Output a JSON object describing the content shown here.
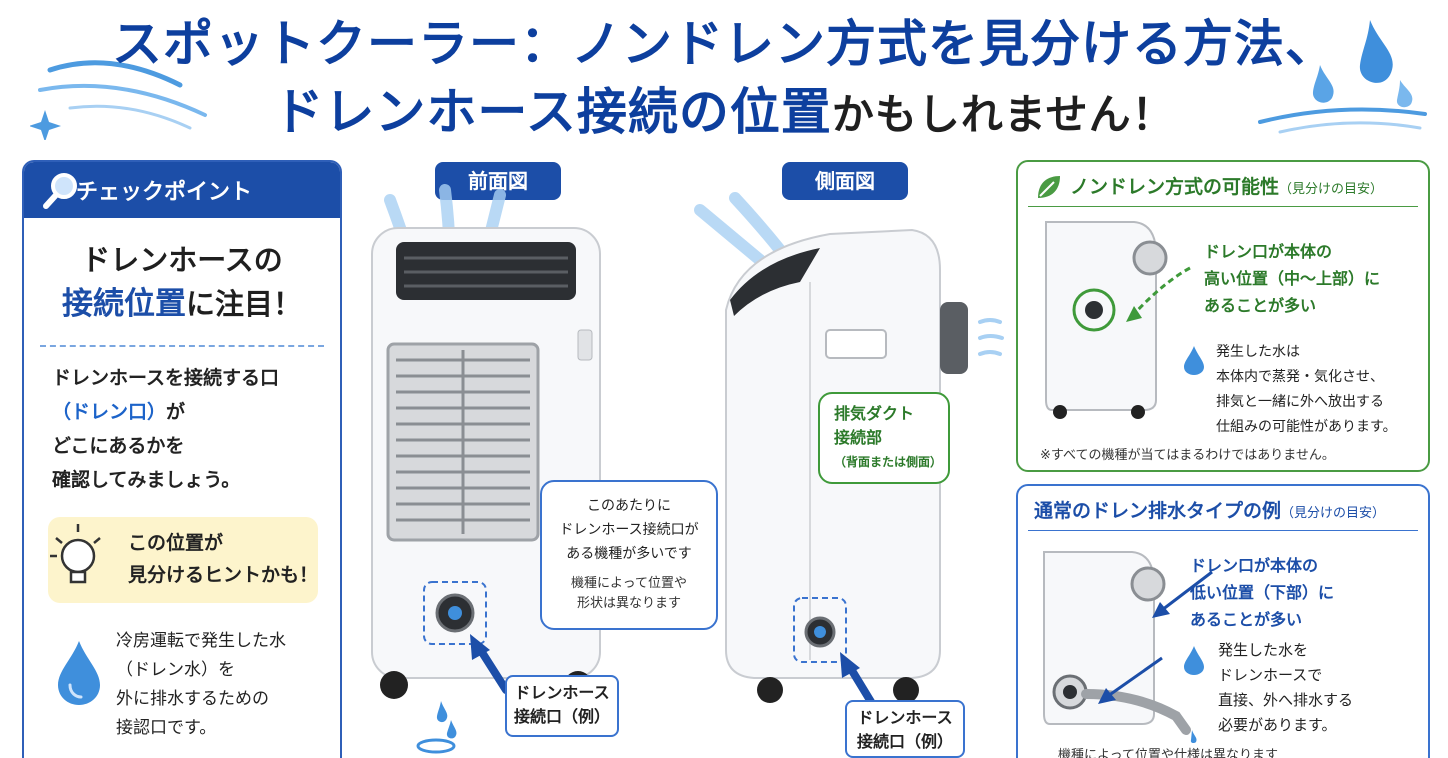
{
  "title": {
    "line1": "スポットクーラー：ノンドレン方式を見分ける方法、",
    "line2_highlight": "ドレンホース接続の位置",
    "line2_rest": "かもしれません！"
  },
  "left": {
    "header": "チェックポイント",
    "focus_line1": "ドレンホースの",
    "focus_highlight": "接続位置",
    "focus_rest": "に注目！",
    "desc_line1": "ドレンホースを接続する口",
    "desc_line2": "（ドレン口）",
    "desc_line2_rest": "が",
    "desc_line3": "どこにあるかを",
    "desc_line4": "確認してみましょう。",
    "hint_line1": "この位置が",
    "hint_line2": "見分けるヒントかも！",
    "water_line1": "冷房運転で発生した水",
    "water_line2": "（ドレン水）を",
    "water_line3": "外に排水するための",
    "water_line4": "接認口です。"
  },
  "front": {
    "tag": "前面図",
    "callout_line1": "このあたりに",
    "callout_line2": "ドレンホース接続口が",
    "callout_line3": "ある機種が多いです",
    "callout_sub1": "機種によって位置や",
    "callout_sub2": "形状は異なります",
    "hose_line1": "ドレンホース",
    "hose_line2": "接続口（例）"
  },
  "side": {
    "tag": "側面図",
    "duct_line1": "排気ダクト",
    "duct_line2": "接続部",
    "duct_sub": "（背面または側面）",
    "hose_line1": "ドレンホース",
    "hose_line2": "接続口（例）"
  },
  "non_drain": {
    "title": "ノンドレン方式の可能性",
    "title_sub": "（見分けの目安）",
    "point_line1": "ドレン口が本体の",
    "point_line2": "高い位置（中～上部）に",
    "point_line3": "あることが多い",
    "water_line1": "発生した水は",
    "water_line2": "本体内で蒸発・気化させ、",
    "water_line3": "排気と一緒に外へ放出する",
    "water_line4": "仕組みの可能性があります。",
    "note": "※すべての機種が当てはまるわけではありません。"
  },
  "normal_drain": {
    "title": "通常のドレン排水タイプの例",
    "title_sub": "（見分けの目安）",
    "point_line1": "ドレン口が本体の",
    "point_line2": "低い位置（下部）に",
    "point_line3": "あることが多い",
    "water_line1": "発生した水を",
    "water_line2": "ドレンホースで",
    "water_line3": "直接、外へ排水する",
    "water_line4": "必要があります。",
    "note": "機種によって位置や仕様は異なります"
  },
  "colors": {
    "navy": "#0d3f9e",
    "blue": "#1c4ea8",
    "green": "#3f9a3a",
    "yellow": "#fdf4cc"
  }
}
